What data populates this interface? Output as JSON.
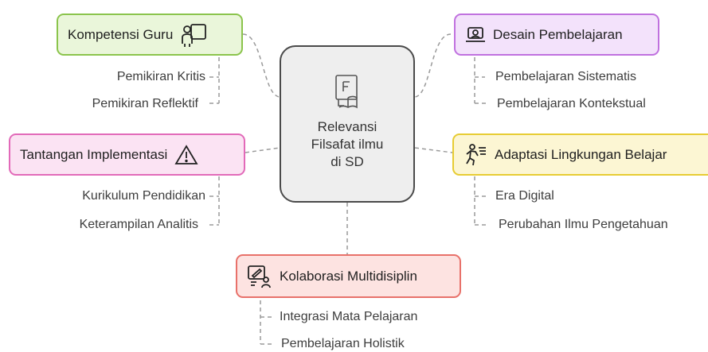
{
  "center": {
    "title": "Relevansi\nFilsafat ilmu\ndi SD",
    "icon": "filosofi-book-icon"
  },
  "topics": {
    "kompetensi": {
      "label": "Kompetensi Guru",
      "icon": "teacher-board-icon",
      "items": [
        "Pemikiran Kritis",
        "Pemikiran Reflektif"
      ]
    },
    "desain": {
      "label": "Desain Pembelajaran",
      "icon": "laptop-design-icon",
      "items": [
        "Pembelajaran Sistematis",
        "Pembelajaran Kontekstual"
      ]
    },
    "tantangan": {
      "label": "Tantangan Implementasi",
      "icon": "warning-triangle-icon",
      "items": [
        "Kurikulum Pendidikan",
        "Keterampilan Analitis"
      ]
    },
    "adaptasi": {
      "label": "Adaptasi Lingkungan Belajar",
      "icon": "running-person-icon",
      "items": [
        "Era Digital",
        "Perubahan Ilmu Pengetahuan"
      ]
    },
    "kolaborasi": {
      "label": "Kolaborasi Multidisiplin",
      "icon": "collaboration-icon",
      "items": [
        "Integrasi Mata Pelajaran",
        "Pembelajaran Holistik"
      ]
    }
  },
  "colors": {
    "green": "#8bc44c",
    "purple": "#c071df",
    "pink": "#e26ab9",
    "yellow": "#e7cc33",
    "red": "#e8716a",
    "connector": "#9a9a9a"
  }
}
